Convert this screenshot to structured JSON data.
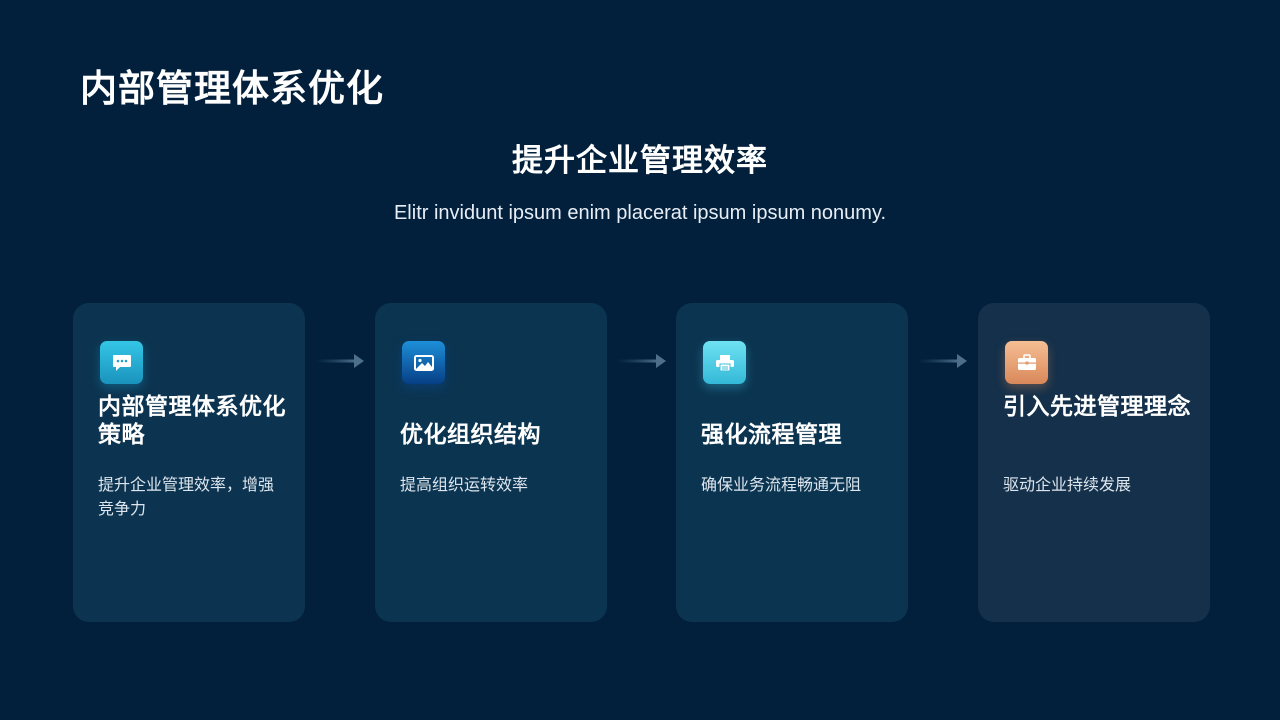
{
  "page": {
    "title": "内部管理体系优化",
    "subtitle": "提升企业管理效率",
    "description": "Elitr invidunt ipsum enim placerat ipsum ipsum nonumy."
  },
  "cards": [
    {
      "icon": "chat-bubble-icon",
      "icon_color": "#2fb8dd",
      "heading": "内部管理体系优化策略",
      "text": "提升企业管理效率，增强竞争力"
    },
    {
      "icon": "image-icon",
      "icon_color": "#0c5aa8",
      "heading": "优化组织结构",
      "text": "提高组织运转效率"
    },
    {
      "icon": "printer-icon",
      "icon_color": "#52cde6",
      "heading": "强化流程管理",
      "text": "确保业务流程畅通无阻"
    },
    {
      "icon": "briefcase-icon",
      "icon_color": "#e8a276",
      "heading": "引入先进管理理念",
      "text": "驱动企业持续发展"
    }
  ],
  "colors": {
    "background": "#02203c",
    "card": "#0b3450",
    "card_last": "#14304a",
    "text": "#ffffff"
  }
}
